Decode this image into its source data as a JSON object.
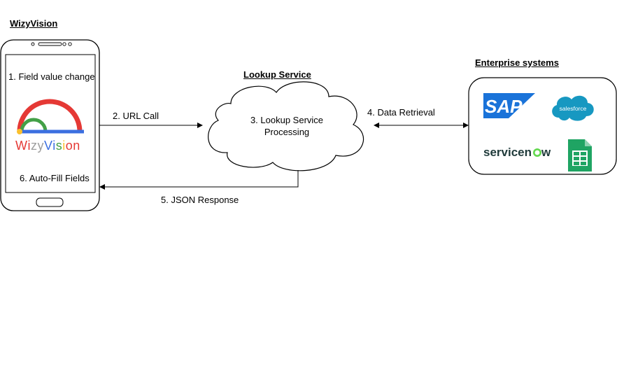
{
  "titles": {
    "wizyvision": "WizyVision",
    "lookup": "Lookup Service",
    "enterprise": "Enterprise systems"
  },
  "phone": {
    "step1": "1. Field value change",
    "logo_text": "WizyVision",
    "step6": "6. Auto-Fill Fields"
  },
  "cloud": {
    "line1": "3. Lookup Service",
    "line2": "Processing"
  },
  "arrows": {
    "url_call": "2. URL Call",
    "data_retrieval": "4. Data Retrieval",
    "json_response": "5. JSON Response"
  },
  "enterprise_logos": {
    "sap": "SAP",
    "salesforce": "salesforce",
    "servicenow_prefix": "servicen",
    "servicenow_suffix": "w"
  },
  "colors": {
    "gauge_red": "#e53935",
    "gauge_yellow": "#fbc02d",
    "gauge_blue": "#3b6fe0",
    "gauge_green": "#43a047",
    "sap_blue": "#1a73d9",
    "salesforce_blue": "#1798c1",
    "servicenow_dark": "#1f3a3a",
    "servicenow_green": "#62d84e",
    "sheets_green": "#1fa463"
  }
}
